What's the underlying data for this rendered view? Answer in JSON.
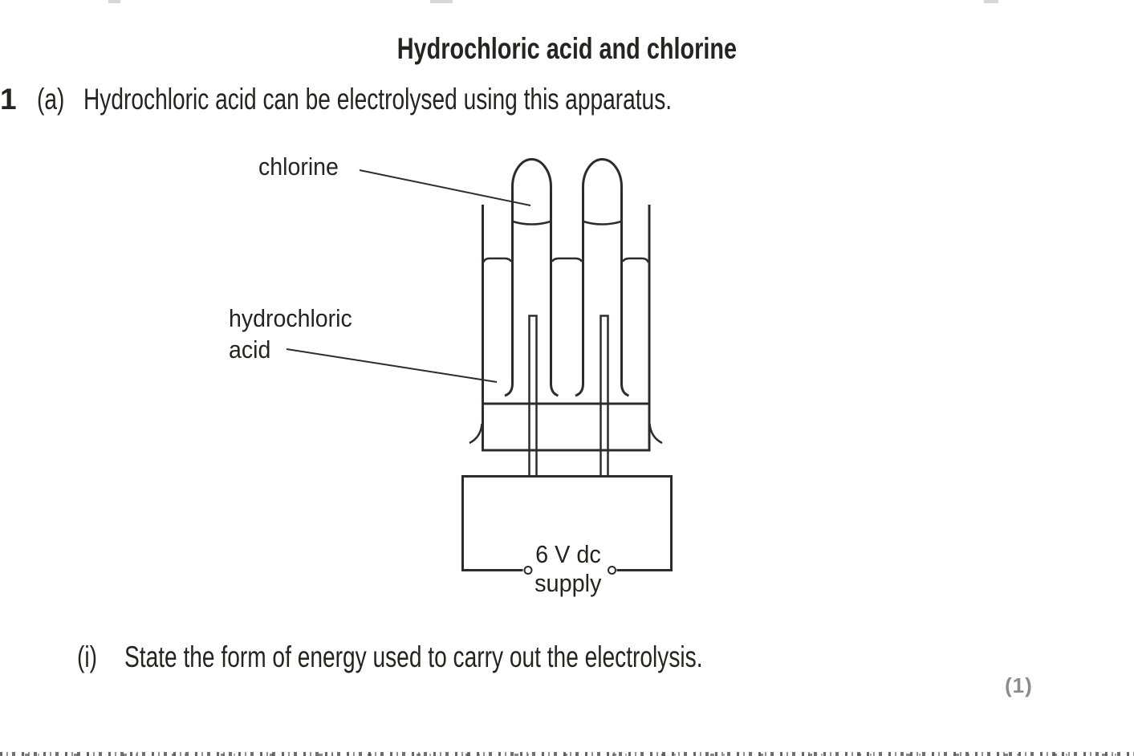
{
  "colors": {
    "ink": "#2e2c2b",
    "text": "#262422",
    "marks": "#8c8c8c"
  },
  "header": {
    "title": "Hydrochloric acid and chlorine"
  },
  "question": {
    "number": "1",
    "part_label": "(a)",
    "part_text": "Hydrochloric acid can be electrolysed using this apparatus."
  },
  "diagram": {
    "label_chlorine": "chlorine",
    "label_acid_line1": "hydrochloric",
    "label_acid_line2": "acid",
    "label_supply_line1": "6 V dc",
    "label_supply_line2": "supply"
  },
  "subquestion": {
    "label": "(i)",
    "text": "State the form of energy used to carry out the electrolysis.",
    "marks": "(1)"
  }
}
